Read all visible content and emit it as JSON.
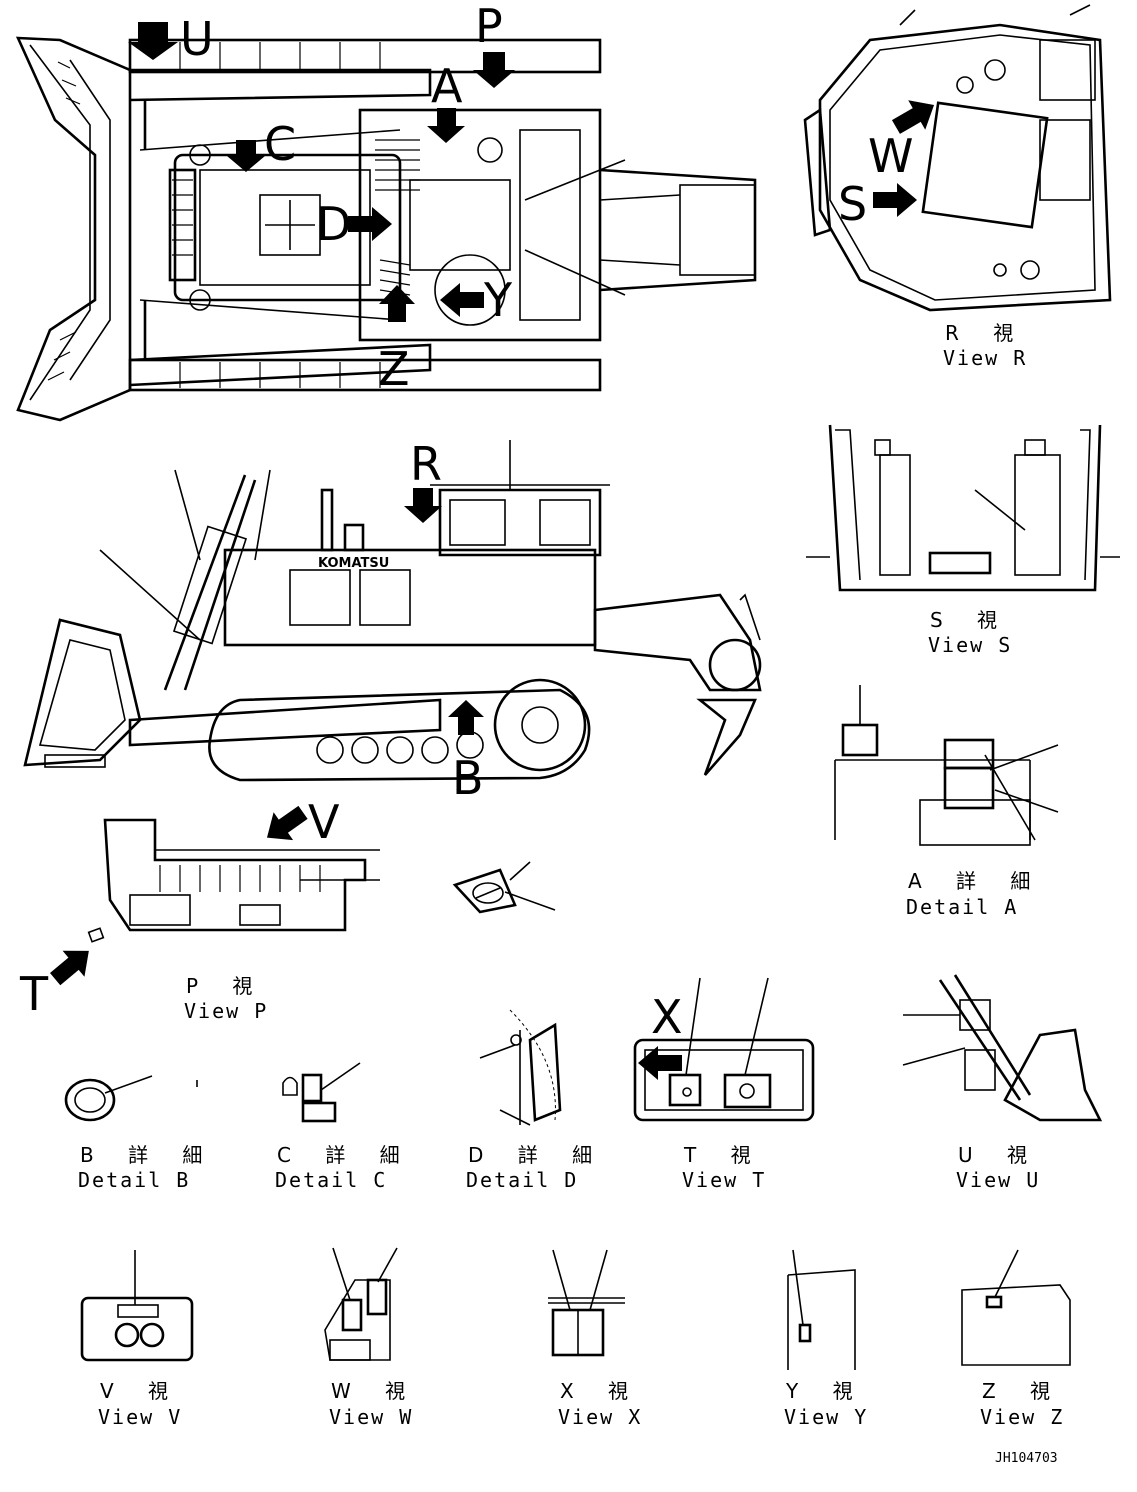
{
  "drawing": {
    "marker_letters": {
      "U": "U",
      "P": "P",
      "A": "A",
      "C": "C",
      "D": "D",
      "Y": "Y",
      "Z": "Z",
      "W": "W",
      "S": "S",
      "R": "R",
      "B": "B",
      "V": "V",
      "T": "T",
      "X": "X"
    },
    "brand_text": "KOMATSU",
    "views": [
      {
        "jp": "R 視",
        "en": "View R"
      },
      {
        "jp": "S 視",
        "en": "View S"
      },
      {
        "jp": "A 詳 細",
        "en": "Detail A"
      },
      {
        "jp": "P 視",
        "en": "View P"
      },
      {
        "jp": "B 詳 細",
        "en": "Detail B"
      },
      {
        "jp": "C 詳 細",
        "en": "Detail C"
      },
      {
        "jp": "D 詳 細",
        "en": "Detail D"
      },
      {
        "jp": "T 視",
        "en": "View T"
      },
      {
        "jp": "U 視",
        "en": "View U"
      },
      {
        "jp": "V 視",
        "en": "View V"
      },
      {
        "jp": "W 視",
        "en": "View W"
      },
      {
        "jp": "X 視",
        "en": "View X"
      },
      {
        "jp": "Y 視",
        "en": "View Y"
      },
      {
        "jp": "Z 視",
        "en": "View Z"
      }
    ],
    "drawing_number": "JH104703"
  }
}
